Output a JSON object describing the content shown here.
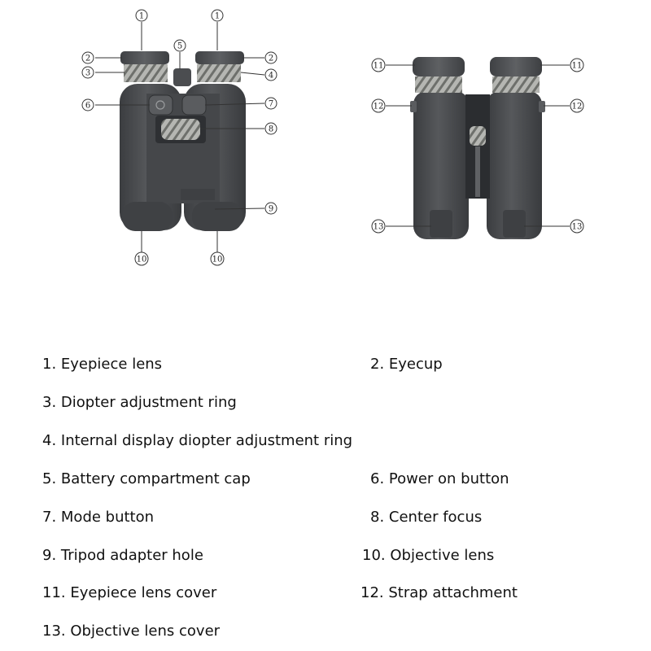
{
  "callouts": {
    "front": [
      "1",
      "1",
      "2",
      "2",
      "3",
      "4",
      "5",
      "6",
      "7",
      "8",
      "9",
      "10",
      "10"
    ],
    "back": [
      "11",
      "11",
      "12",
      "12",
      "13",
      "13"
    ]
  },
  "legend": [
    {
      "text": "1. Eyepiece lens"
    },
    {
      "text": "2. Eyecup"
    },
    {
      "text": "3. Diopter adjustment ring"
    },
    {
      "text": "4. Internal display diopter adjustment ring"
    },
    {
      "text": "5. Battery compartment cap"
    },
    {
      "text": "6. Power on button"
    },
    {
      "text": "7. Mode button"
    },
    {
      "text": "8. Center focus"
    },
    {
      "text": "9. Tripod adapter hole"
    },
    {
      "text": "10. Objective lens"
    },
    {
      "text": "11. Eyepiece lens cover"
    },
    {
      "text": "12. Strap attachment"
    },
    {
      "text": "13. Objective lens cover"
    }
  ],
  "colors": {
    "body": "#4a4c4f",
    "body_dark": "#3a3c3f",
    "ring": "#a9aaa6",
    "cap": "#535558"
  }
}
